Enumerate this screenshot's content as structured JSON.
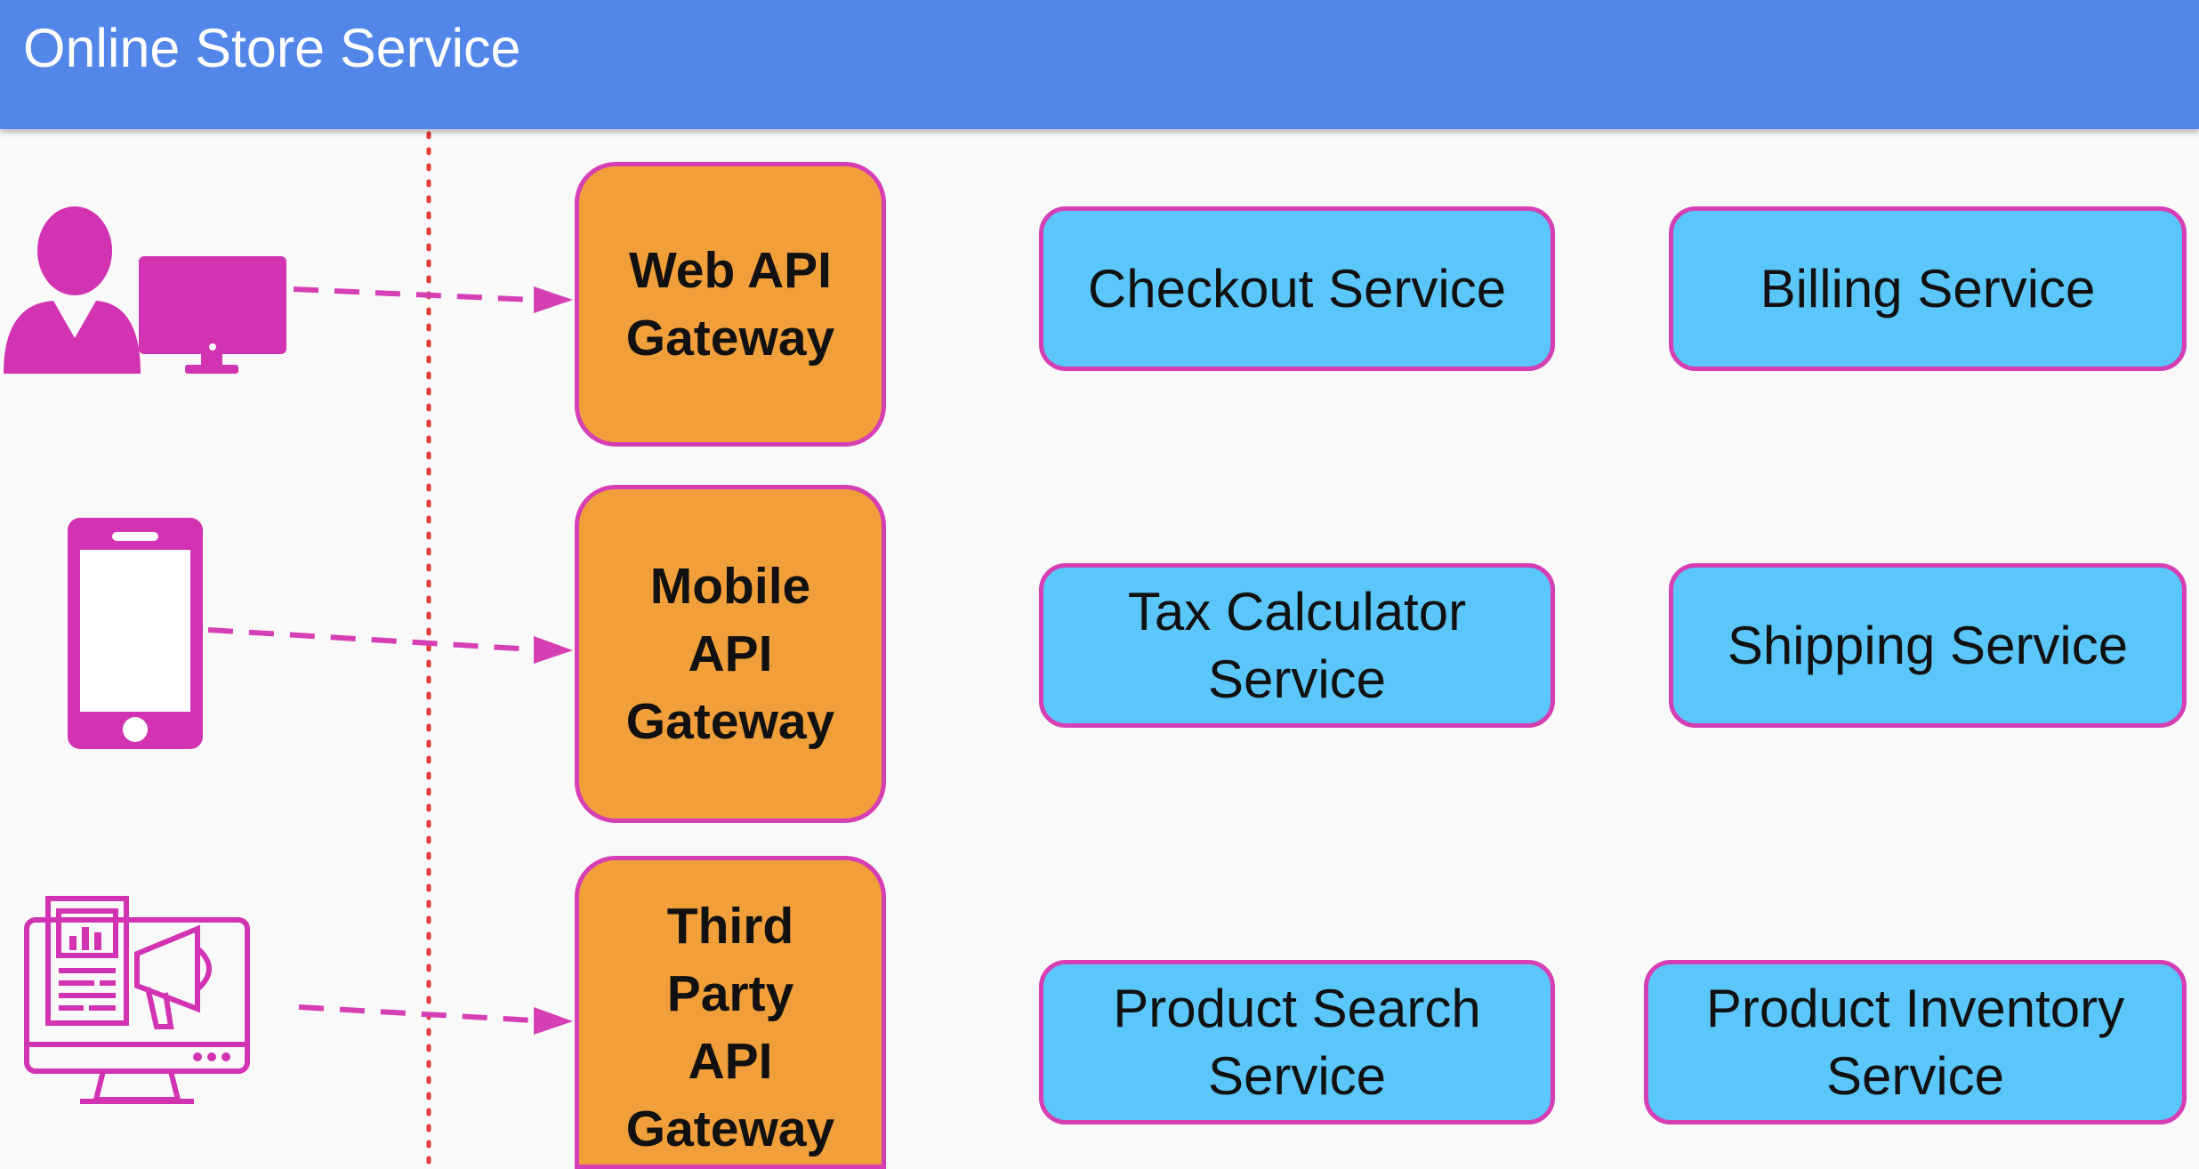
{
  "header": {
    "title": "Online Store Service"
  },
  "clients": {
    "web": {
      "icon": "user-desktop-icon"
    },
    "mobile": {
      "icon": "smartphone-icon"
    },
    "third_party": {
      "icon": "marketing-dashboard-monitor-icon"
    }
  },
  "gateways": {
    "web": "Web API Gateway",
    "mobile": "Mobile API Gateway",
    "third_party": "Third Party API Gateway"
  },
  "services": {
    "checkout": "Checkout Service",
    "billing": "Billing Service",
    "tax_calculator": "Tax Calculator Service",
    "shipping": "Shipping Service",
    "product_search": "Product Search Service",
    "product_inventory": "Product Inventory Service"
  },
  "colors": {
    "header": "#5386e9",
    "gateway_fill": "#f19f3a",
    "service_fill": "#5bc6fa",
    "border": "#d63fb4",
    "icon": "#d233b2",
    "boundary_line": "#e53935",
    "background": "#f9f9f9"
  }
}
